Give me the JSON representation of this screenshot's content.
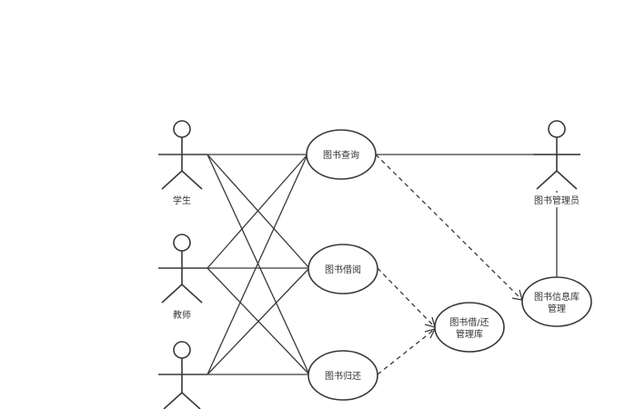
{
  "actors": {
    "student": "学生",
    "teacher": "教师",
    "third": "",
    "librarian": "图书管理员"
  },
  "use_cases": {
    "query": "图书查询",
    "borrow": "图书借阅",
    "return": "图书归还",
    "borrow_return_db_line1": "图书借/还",
    "borrow_return_db_line2": "管理库",
    "info_db_line1": "图书信息库",
    "info_db_line2": "管理"
  }
}
